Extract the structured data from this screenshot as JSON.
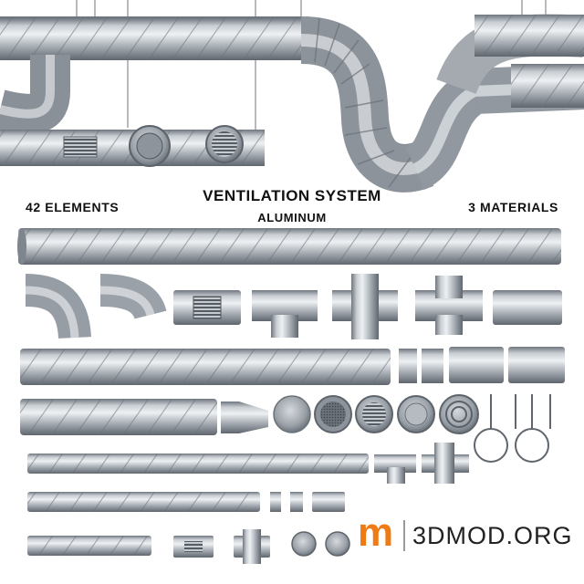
{
  "labels": {
    "elements_count": "42 ELEMENTS",
    "title": "VENTILATION SYSTEM",
    "material": "ALUMINUM",
    "materials_count": "3 MATERIALS"
  },
  "watermark": {
    "mark": "m",
    "text": "3DMOD.ORG",
    "mark_color": "#f07a14"
  },
  "colors": {
    "metal_light": "#e6e9ec",
    "metal_mid": "#b9bec4",
    "metal_dark": "#7d838b",
    "background": "#ffffff"
  }
}
